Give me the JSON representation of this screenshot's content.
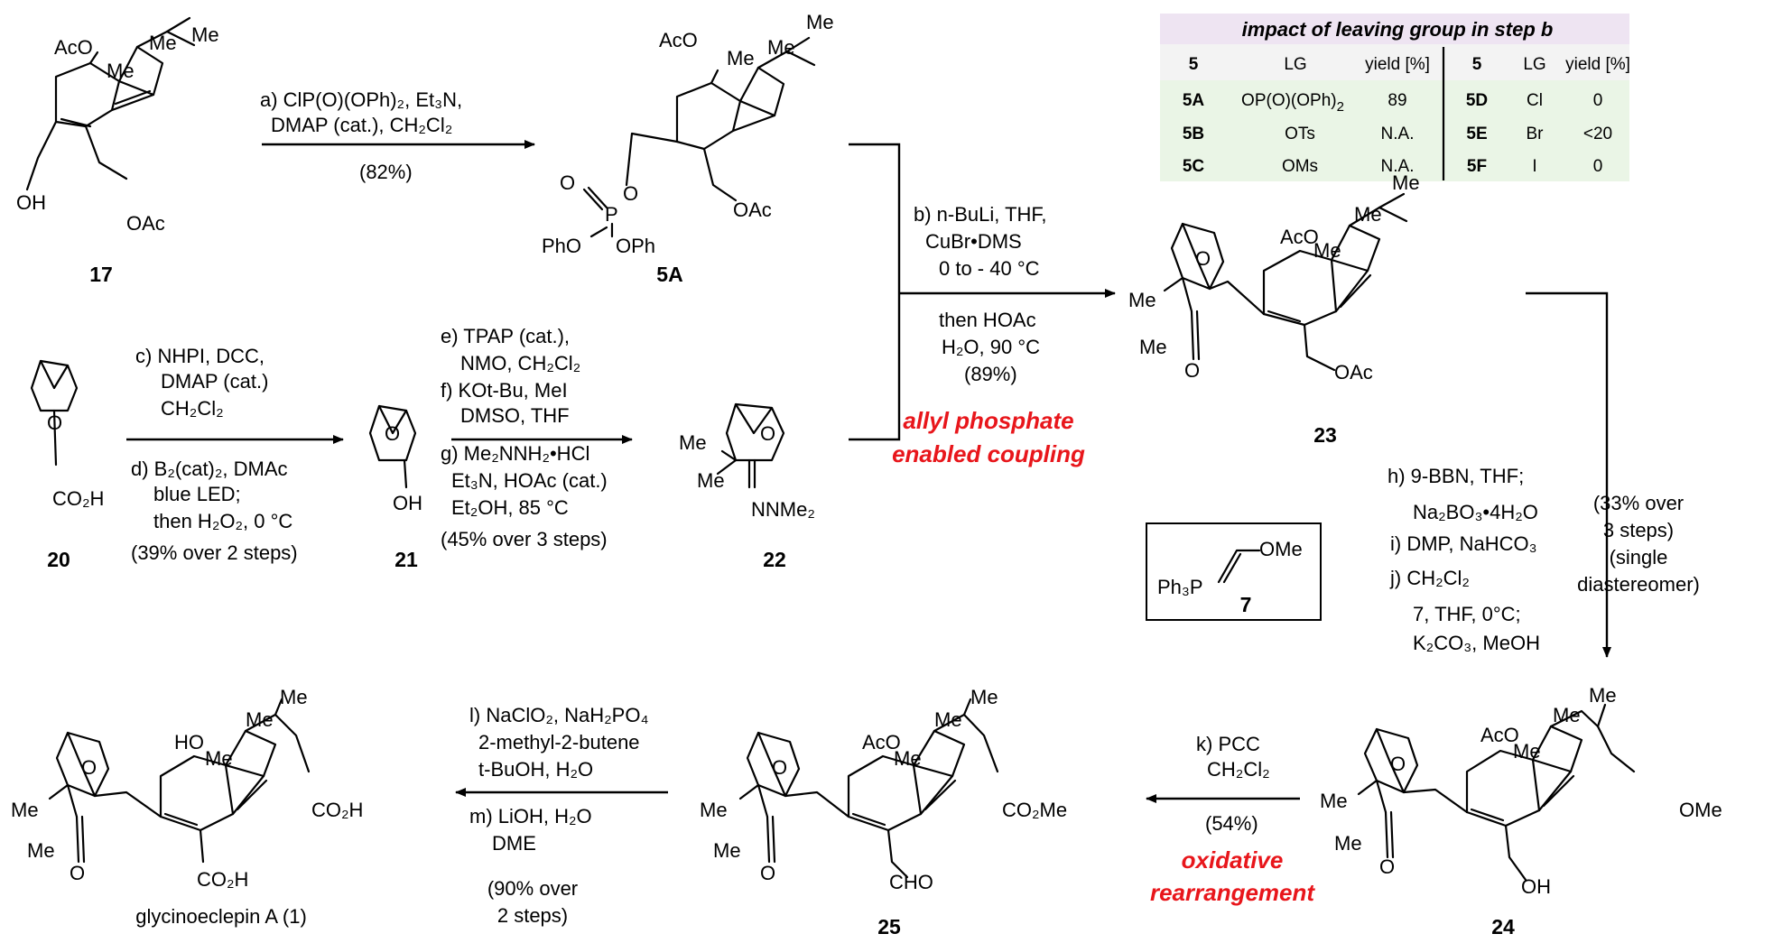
{
  "table": {
    "title": "impact of leaving group in step b",
    "headers": [
      "5",
      "LG",
      "yield [%]",
      "5",
      "LG",
      "yield [%]"
    ],
    "rows": [
      {
        "id_left": "5A",
        "lg_left": "OP(O)(OPh)",
        "lg_left_sub": "2",
        "yield_left": "89",
        "id_right": "5D",
        "lg_right": "Cl",
        "yield_right": "0"
      },
      {
        "id_left": "5B",
        "lg_left": "OTs",
        "lg_left_sub": "",
        "yield_left": "N.A.",
        "id_right": "5E",
        "lg_right": "Br",
        "yield_right": "<20"
      },
      {
        "id_left": "5C",
        "lg_left": "OMs",
        "lg_left_sub": "",
        "yield_left": "N.A.",
        "id_right": "5F",
        "lg_right": "I",
        "yield_right": "0"
      }
    ],
    "colors": {
      "title_bg": "#eee4f2",
      "header_bg": "#f3f3f3",
      "body_bg": "#eaf5e6"
    }
  },
  "compounds": {
    "c17": "17",
    "c5A": "5A",
    "c20": "20",
    "c21": "21",
    "c22": "22",
    "c23": "23",
    "c7": "7",
    "c24": "24",
    "c25": "25",
    "c1": "glycinoeclepin A (1)"
  },
  "atoms": {
    "AcO": "AcO",
    "Me": "Me",
    "OH": "OH",
    "OAc": "OAc",
    "O": "O",
    "P": "P",
    "PhO": "PhO",
    "OPh": "OPh",
    "CO2H": "CO₂H",
    "NNMe2": "NNMe₂",
    "OMe": "OMe",
    "Ph3P": "Ph₃P",
    "CO2Me": "CO₂Me",
    "CHO": "CHO",
    "HO": "HO"
  },
  "step_a": {
    "line1": "a) ClP(O)(OPh)₂, Et₃N,",
    "line2": "DMAP (cat.), CH₂Cl₂",
    "yield": "(82%)"
  },
  "step_b": {
    "line1": "b) n-BuLi, THF,",
    "line2": "CuBr•DMS",
    "line3": "0 to - 40 °C",
    "line4": "then HOAc",
    "line5": "H₂O, 90 °C",
    "yield": "(89%)"
  },
  "step_cd": {
    "line1": "c) NHPI, DCC,",
    "line2": "DMAP (cat.)",
    "line3": "CH₂Cl₂",
    "line4": "d) B₂(cat)₂, DMAc",
    "line5": "blue LED;",
    "line6": "then H₂O₂, 0 °C",
    "yield": "(39% over 2 steps)"
  },
  "step_efg": {
    "line1": "e) TPAP (cat.),",
    "line2": "NMO, CH₂Cl₂",
    "line3": "f) KOt-Bu, MeI",
    "line4": "DMSO, THF",
    "line5": "g) Me₂NNH₂•HCl",
    "line6": "Et₃N, HOAc (cat.)",
    "line7": "Et₂OH, 85 °C",
    "yield": "(45% over 3 steps)"
  },
  "step_hij": {
    "line1": "h) 9-BBN, THF;",
    "line2": "Na₂BO₃•4H₂O",
    "line3": "i)  DMP, NaHCO₃",
    "line4": "j)  CH₂Cl₂",
    "line5": "7, THF, 0°C;",
    "line6": "K₂CO₃, MeOH",
    "yield1": "(33% over",
    "yield2": "3 steps)",
    "yield3": "(single",
    "yield4": "diastereomer)"
  },
  "step_k": {
    "line1": "k) PCC",
    "line2": "CH₂Cl₂",
    "yield": "(54%)"
  },
  "step_lm": {
    "line1": "l) NaClO₂, NaH₂PO₄",
    "line2": "2-methyl-2-butene",
    "line3": "t-BuOH, H₂O",
    "line4": "m) LiOH, H₂O",
    "line5": "DME",
    "yield1": "(90% over",
    "yield2": "2 steps)"
  },
  "highlights": {
    "allyl1": "allyl phosphate",
    "allyl2": "enabled coupling",
    "ox1": "oxidative",
    "ox2": "rearrangement",
    "color": "#e8161b"
  }
}
